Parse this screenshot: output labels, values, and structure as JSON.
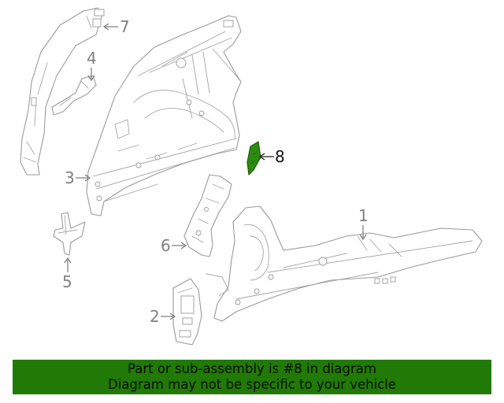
{
  "callouts": [
    {
      "label": "1",
      "highlighted": false
    },
    {
      "label": "2",
      "highlighted": false
    },
    {
      "label": "3",
      "highlighted": false
    },
    {
      "label": "4",
      "highlighted": false
    },
    {
      "label": "5",
      "highlighted": false
    },
    {
      "label": "6",
      "highlighted": false
    },
    {
      "label": "7",
      "highlighted": false
    },
    {
      "label": "8",
      "highlighted": true
    }
  ],
  "banner": {
    "line1": "Part or sub-assembly is #8 in diagram",
    "line2": "Diagram may not be specific to your vehicle"
  },
  "colors": {
    "banner_bg": "#217a05",
    "highlight_part": "#2d8a10",
    "line_art": "#9a9a9a"
  }
}
